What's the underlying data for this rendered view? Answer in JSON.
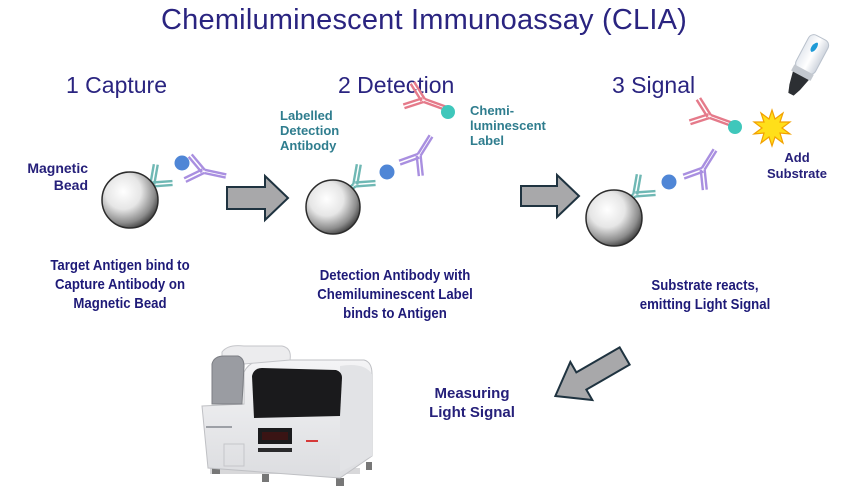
{
  "title": "Chemiluminescent Immunoassay (CLIA)",
  "steps": [
    {
      "heading": "1 Capture",
      "caption": [
        "Target Antigen bind to",
        "Capture Antibody on",
        "Magnetic Bead"
      ]
    },
    {
      "heading": "2 Detection",
      "caption": [
        "Detection Antibody with",
        "Chemiluminescent Label",
        "binds to Antigen"
      ]
    },
    {
      "heading": "3 Signal",
      "caption": [
        "Substrate reacts,",
        "emitting Light Signal"
      ]
    }
  ],
  "labels": {
    "magnetic_bead": [
      "Magnetic",
      "Bead"
    ],
    "labelled_detection_antibody": [
      "Labelled",
      "Detection",
      "Antibody"
    ],
    "chemiluminescent_label": [
      "Chemi-",
      "luminescent",
      "Label"
    ],
    "add_substrate": [
      "Add",
      "Substrate"
    ],
    "measuring": [
      "Measuring",
      "Light Signal"
    ]
  },
  "icons": {
    "bead": "magnetic-bead-icon",
    "capture_antibody": "capture-antibody-icon",
    "antigen": "antigen-icon",
    "detection_antibody": "detection-antibody-icon",
    "label": "chemiluminescent-label-icon",
    "bottle": "substrate-bottle-icon",
    "flash": "light-flash-icon",
    "analyzer": "clia-analyzer-icon",
    "arrow": "arrow-icon"
  },
  "colors": {
    "title": "#2a2480",
    "text_navy": "#26207a",
    "text_teal": "#2f7d8e",
    "capture_antibody": "#6fb8b4",
    "antigen": "#4f86d6",
    "detection_antibody": "#a98fe0",
    "label_antibody": "#e57a8a",
    "label_dot": "#3fc7bb",
    "arrow_fill": "#a8a8aa",
    "arrow_stroke": "#1f3340",
    "flash": "#ffd21a"
  }
}
